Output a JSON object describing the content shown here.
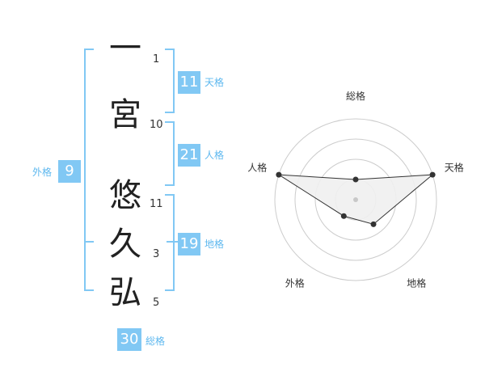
{
  "name": {
    "characters": [
      "一",
      "宮",
      "悠",
      "久",
      "弘"
    ],
    "strokes": [
      "1",
      "10",
      "11",
      "3",
      "5"
    ]
  },
  "fortunes": {
    "tenkaku": {
      "label": "天格",
      "value": "11"
    },
    "jinkaku": {
      "label": "人格",
      "value": "21"
    },
    "chikaku": {
      "label": "地格",
      "value": "19"
    },
    "gaikaku": {
      "label": "外格",
      "value": "9"
    },
    "soukaku": {
      "label": "総格",
      "value": "30"
    }
  },
  "chart_data": {
    "type": "radar",
    "axes": [
      "総格",
      "天格",
      "地格",
      "外格",
      "人格"
    ],
    "values": [
      1,
      4,
      1.5,
      1,
      4
    ],
    "max": 4,
    "rings": 4,
    "colors": {
      "fill": "#efefef",
      "line": "#333333",
      "grid": "#cccccc",
      "accent": "#81c8f4"
    }
  }
}
